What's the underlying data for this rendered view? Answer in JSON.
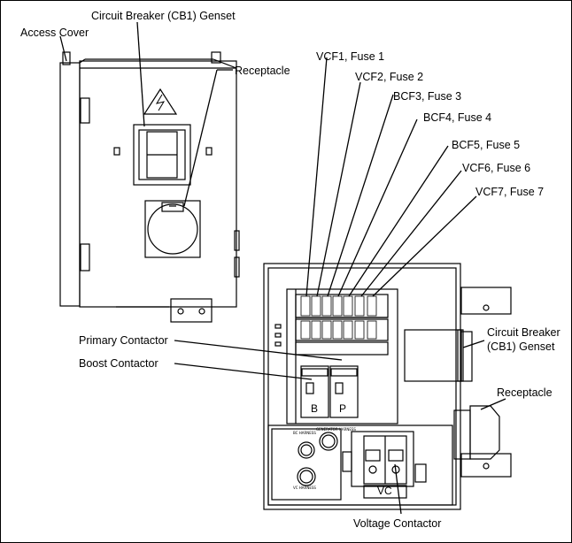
{
  "labels": {
    "access_cover": "Access Cover",
    "cb1_genset_top": "Circuit Breaker (CB1) Genset",
    "receptacle_top": "Receptacle",
    "vcf1": "VCF1, Fuse 1",
    "vcf2": "VCF2, Fuse 2",
    "bcf3": "BCF3, Fuse 3",
    "bcf4": "BCF4, Fuse 4",
    "bcf5": "BCF5, Fuse 5",
    "vcf6": "VCF6, Fuse 6",
    "vcf7": "VCF7, Fuse 7",
    "cb1_right_line1": "Circuit Breaker",
    "cb1_right_line2": "(CB1) Genset",
    "receptacle_right": "Receptacle",
    "primary_contactor": "Primary Contactor",
    "boost_contactor": "Boost Contactor",
    "voltage_contactor": "Voltage Contactor"
  },
  "component_marks": {
    "boost": "B",
    "primary": "P",
    "voltage": "VC"
  },
  "harness_labels": {
    "bc": "BC HARNESS",
    "generator": "GENERATOR HARNESS",
    "vc": "VC HARNESS"
  }
}
